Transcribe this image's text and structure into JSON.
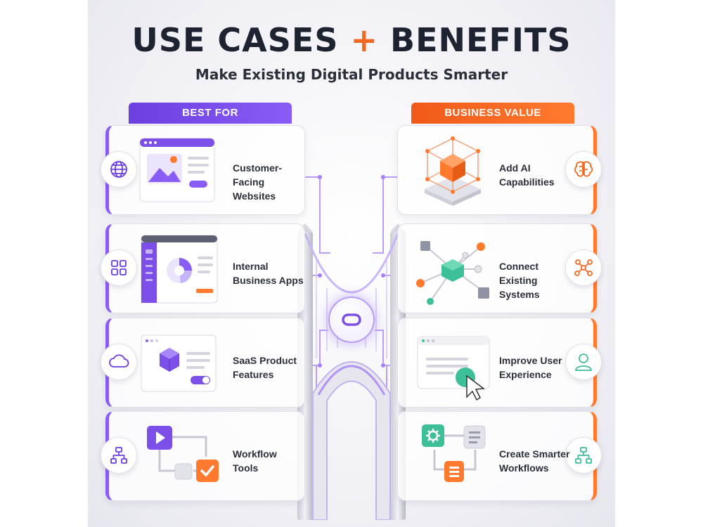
{
  "header": {
    "title_part1": "USE CASES",
    "title_plus": "+",
    "title_part2": "BENEFITS",
    "subtitle": "Make Existing Digital Products Smarter"
  },
  "columns": {
    "left_title": "BEST FOR",
    "right_title": "BUSINESS VALUE"
  },
  "best_for": [
    {
      "line1": "Customer-Facing",
      "line2": "Websites",
      "icon": "globe-icon"
    },
    {
      "line1": "Internal",
      "line2": "Business Apps",
      "icon": "grid-icon"
    },
    {
      "line1": "SaaS Product",
      "line2": "Features",
      "icon": "cloud-icon"
    },
    {
      "line1": "Workflow",
      "line2": "Tools",
      "icon": "hierarchy-icon"
    }
  ],
  "business_value": [
    {
      "line1": "Add AI",
      "line2": "Capabilities",
      "icon": "brain-icon"
    },
    {
      "line1": "Connect",
      "line2": "Existing Systems",
      "icon": "network-icon"
    },
    {
      "line1": "Improve User",
      "line2": "Experience",
      "icon": "user-icon"
    },
    {
      "line1": "Create Smarter",
      "line2": "Workflows",
      "icon": "flowchart-icon"
    }
  ],
  "colors": {
    "purple": "#8a5cf6",
    "orange": "#ff7a2e",
    "teal": "#3dbf9a",
    "dark": "#1d2330"
  }
}
